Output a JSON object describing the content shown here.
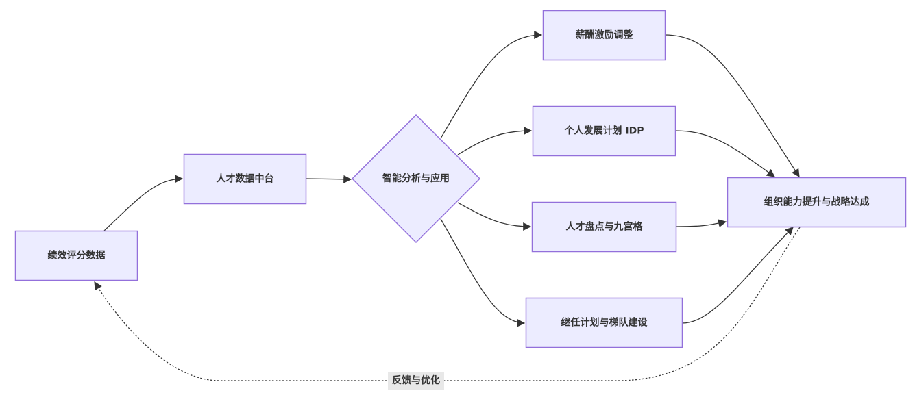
{
  "diagram": {
    "type": "flowchart",
    "direction": "LR",
    "colors": {
      "node_fill": "#ECECFF",
      "node_stroke": "#9370DB",
      "edge": "#333333",
      "text": "#333333",
      "edge_label_bg": "#e8e8e8"
    },
    "nodes": {
      "perf": {
        "label": "绩效评分数据",
        "shape": "rect"
      },
      "hub": {
        "label": "人才数据中台",
        "shape": "rect"
      },
      "analysis": {
        "label": "智能分析与应用",
        "shape": "diamond"
      },
      "comp": {
        "label": "薪酬激励调整",
        "shape": "rect"
      },
      "idp": {
        "label": "个人发展计划 IDP",
        "shape": "rect"
      },
      "review": {
        "label": "人才盘点与九宫格",
        "shape": "rect"
      },
      "succession": {
        "label": "继任计划与梯队建设",
        "shape": "rect"
      },
      "goal": {
        "label": "组织能力提升与战略达成",
        "shape": "rect"
      }
    },
    "edges": [
      {
        "from": "perf",
        "to": "hub",
        "style": "solid"
      },
      {
        "from": "hub",
        "to": "analysis",
        "style": "solid"
      },
      {
        "from": "analysis",
        "to": "comp",
        "style": "solid"
      },
      {
        "from": "analysis",
        "to": "idp",
        "style": "solid"
      },
      {
        "from": "analysis",
        "to": "review",
        "style": "solid"
      },
      {
        "from": "analysis",
        "to": "succession",
        "style": "solid"
      },
      {
        "from": "comp",
        "to": "goal",
        "style": "solid"
      },
      {
        "from": "idp",
        "to": "goal",
        "style": "solid"
      },
      {
        "from": "review",
        "to": "goal",
        "style": "solid"
      },
      {
        "from": "succession",
        "to": "goal",
        "style": "solid"
      },
      {
        "from": "goal",
        "to": "perf",
        "style": "dotted",
        "label": "反馈与优化"
      }
    ]
  }
}
